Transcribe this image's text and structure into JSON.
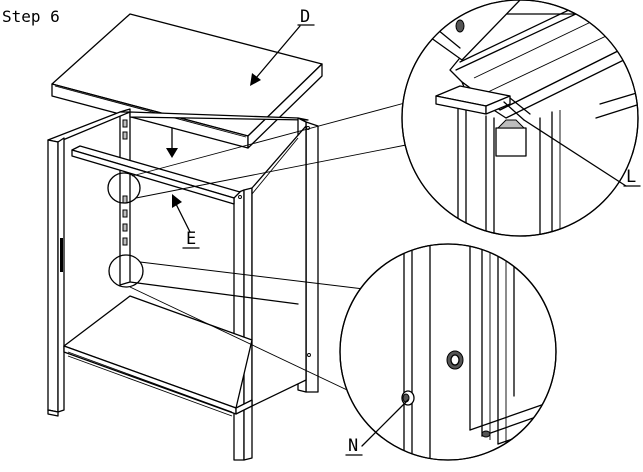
{
  "step_label": "Step 6",
  "labels": {
    "D": "D",
    "E": "E",
    "L": "L",
    "N": "N"
  },
  "colors": {
    "line": "#000000",
    "background": "#ffffff",
    "shade": "#bdbdbd"
  }
}
